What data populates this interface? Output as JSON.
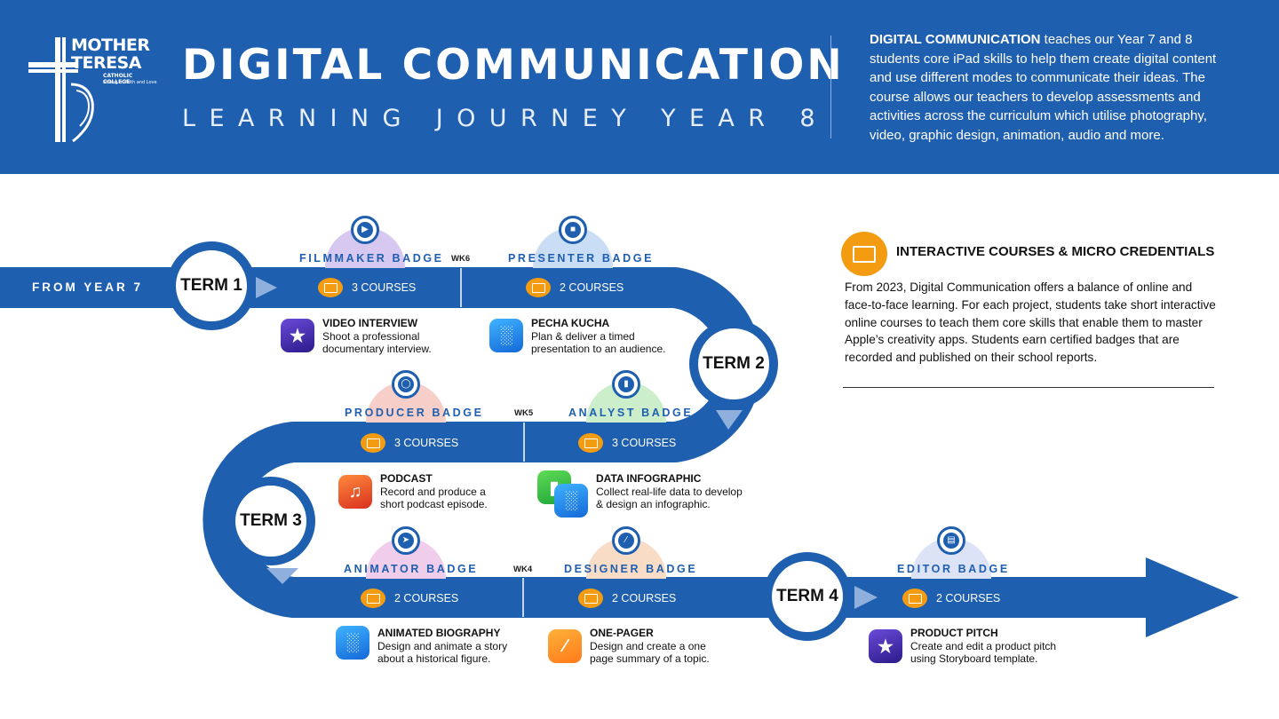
{
  "header": {
    "logo": {
      "line1": "MOTHER",
      "line2": "TERESA",
      "line3": "CATHOLIC COLLEGE",
      "line4": "Strong in Faith and Love"
    },
    "title": "DIGITAL COMMUNICATION",
    "subtitle": "LEARNING JOURNEY YEAR 8",
    "intro_lead": "DIGITAL COMMUNICATION",
    "intro_rest": " teaches our Year 7 and 8 students core iPad skills to help them create digital content and use different modes to communicate their ideas. The course allows our teachers to develop assessments and activities across the curriculum which utilise photography, video, graphic design, animation, audio and more."
  },
  "journey": {
    "start_label": "FROM YEAR 7",
    "terms": [
      "TERM 1",
      "TERM 2",
      "TERM 3",
      "TERM 4"
    ],
    "week_markers": [
      "WK6",
      "WK5",
      "WK4"
    ],
    "badges": [
      {
        "name": "FILMMAKER BADGE",
        "courses": "3 COURSES",
        "icon": "video-camera-icon",
        "color": "#d7c8f2"
      },
      {
        "name": "PRESENTER BADGE",
        "courses": "2 COURSES",
        "icon": "presentation-icon",
        "color": "#c9def5"
      },
      {
        "name": "PRODUCER BADGE",
        "courses": "3 COURSES",
        "icon": "podcast-icon",
        "color": "#f7cfc8"
      },
      {
        "name": "ANALYST BADGE",
        "courses": "3 COURSES",
        "icon": "chart-icon",
        "color": "#cdeecb"
      },
      {
        "name": "ANIMATOR BADGE",
        "courses": "2 COURSES",
        "icon": "compass-icon",
        "color": "#f0cdeb"
      },
      {
        "name": "DESIGNER BADGE",
        "courses": "2 COURSES",
        "icon": "pencil-icon",
        "color": "#f8dcc6"
      },
      {
        "name": "EDITOR BADGE",
        "courses": "2 COURSES",
        "icon": "editor-icon",
        "color": "#dde3f7"
      }
    ],
    "projects": [
      {
        "title": "VIDEO INTERVIEW",
        "line1": "Shoot a professional",
        "line2": "documentary interview.",
        "app": "imovie-icon"
      },
      {
        "title": "PECHA KUCHA",
        "line1": "Plan & deliver a timed",
        "line2": "presentation to an audience.",
        "app": "keynote-icon"
      },
      {
        "title": "PODCAST",
        "line1": "Record and produce a",
        "line2": "short podcast episode.",
        "app": "garageband-icon"
      },
      {
        "title": "DATA INFOGRAPHIC",
        "line1": "Collect real-life data to develop",
        "line2": "& design an infographic.",
        "app": "numbers-keynote-icon"
      },
      {
        "title": "ANIMATED BIOGRAPHY",
        "line1": "Design and animate a story",
        "line2": "about a historical figure.",
        "app": "keynote-icon"
      },
      {
        "title": "ONE-PAGER",
        "line1": "Design and create a one",
        "line2": "page summary of a topic.",
        "app": "pages-icon"
      },
      {
        "title": "PRODUCT PITCH",
        "line1": "Create and edit a product pitch",
        "line2": "using Storyboard template.",
        "app": "imovie-icon"
      }
    ]
  },
  "panel": {
    "title": "INTERACTIVE COURSES & MICRO CREDENTIALS",
    "body": "From 2023, Digital Communication offers a balance of online and face-to-face learning. For each project, students take short interactive online courses to teach them core skills that enable them to master Apple’s creativity apps. Students earn certified badges that are recorded and published on their school reports.",
    "icon": "presentation-screen-icon"
  },
  "colors": {
    "brand_blue": "#1f5fb0",
    "accent_orange": "#f39c12"
  }
}
